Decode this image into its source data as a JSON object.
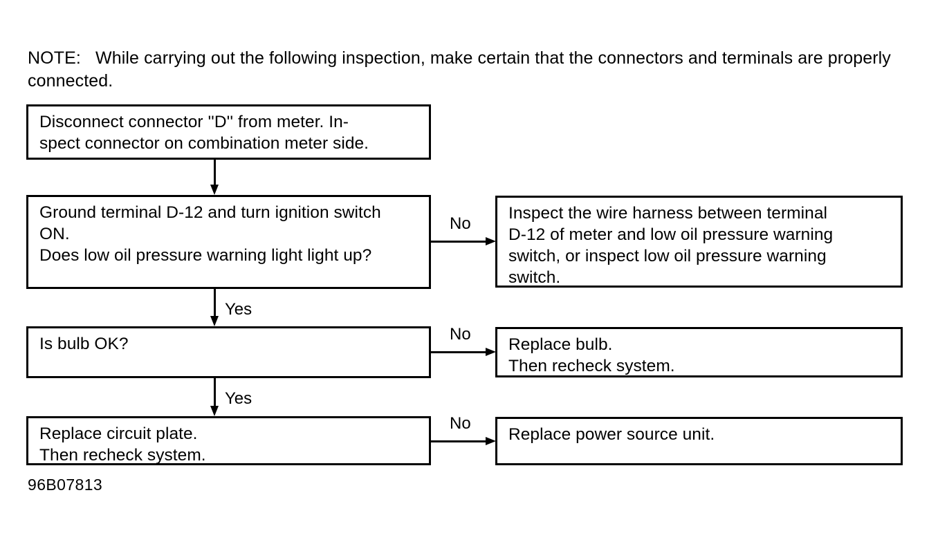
{
  "note": {
    "label": "NOTE:",
    "text": "NOTE:   While carrying out the following inspection, make certain that the connectors and terminals are properly connected."
  },
  "flowchart": {
    "boxes": [
      {
        "id": "disconnect-connector",
        "text": "Disconnect connector ''D'' from meter. In-\nspect connector on combination meter side."
      },
      {
        "id": "ground-terminal-check",
        "text": "Ground terminal D-12 and turn ignition switch\nON.\nDoes low oil pressure warning light light up?"
      },
      {
        "id": "inspect-wire-harness",
        "text": "Inspect the wire harness between terminal\nD-12 of meter and low oil pressure warning\nswitch, or inspect low oil pressure warning\nswitch."
      },
      {
        "id": "is-bulb-ok",
        "text": "Is bulb OK?"
      },
      {
        "id": "replace-bulb",
        "text": "Replace bulb.\nThen recheck system."
      },
      {
        "id": "replace-circuit-plate",
        "text": "Replace circuit plate.\nThen recheck system."
      },
      {
        "id": "replace-power-source-unit",
        "text": "Replace power source unit."
      }
    ],
    "labels": {
      "no_1": "No",
      "yes_1": "Yes",
      "no_2": "No",
      "yes_2": "Yes",
      "no_3": "No"
    }
  },
  "figure_code": "96B07813"
}
